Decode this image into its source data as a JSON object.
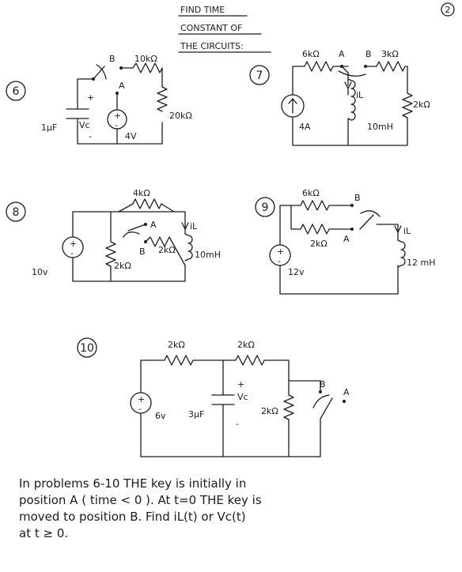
{
  "page_number": "2",
  "title_lines": [
    "FIND TIME",
    "CONSTANT OF",
    "THE CIRCUITS:"
  ],
  "circuits": [
    {
      "number": "6",
      "labels": {
        "b": "B",
        "a": "A",
        "r1": "10kΩ",
        "r2": "20kΩ",
        "cap": "1μF",
        "vc": "Vc",
        "plus": "+",
        "minus": "-",
        "src": "4V",
        "src_plus": "+",
        "src_minus": "-"
      }
    },
    {
      "number": "7",
      "labels": {
        "r1": "6kΩ",
        "a": "A",
        "b": "B",
        "r2": "3kΩ",
        "il": "iL",
        "src": "4A",
        "ind": "10mH",
        "r3": "2kΩ"
      }
    },
    {
      "number": "8",
      "labels": {
        "r1": "4kΩ",
        "il": "iL",
        "a": "A",
        "b": "B",
        "r2": "2kΩ",
        "ind": "10mH",
        "r3": "2kΩ",
        "src": "10v",
        "src_plus": "+",
        "src_minus": "-"
      }
    },
    {
      "number": "9",
      "labels": {
        "r1": "6kΩ",
        "b": "B",
        "r2": "2kΩ",
        "a": "A",
        "il": "iL",
        "ind": "12 mH",
        "src": "12v",
        "src_plus": "+",
        "src_minus": "-"
      }
    },
    {
      "number": "10",
      "labels": {
        "r1": "2kΩ",
        "r2": "2kΩ",
        "src": "6v",
        "src_plus": "+",
        "src_minus": "-",
        "cap": "3μF",
        "plus": "+",
        "vc": "Vc",
        "minus": "-",
        "r3": "2kΩ",
        "b": "B",
        "a": "A"
      }
    }
  ],
  "note_lines": [
    "In problems 6-10  THE key is initially in",
    "position A ( time < 0 ).  At  t=0  THE key  is",
    "moved to position B.  Find  iL(t)  or  Vc(t)",
    "at  t ≥ 0."
  ]
}
